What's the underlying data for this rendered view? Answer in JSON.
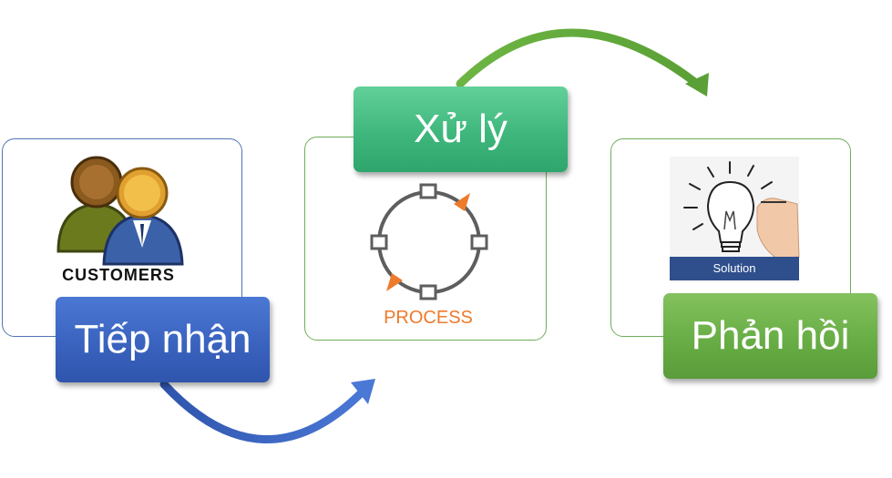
{
  "steps": [
    {
      "label": "Tiếp nhận",
      "caption": "CUSTOMERS",
      "icon": "customers-icon",
      "color": "#3a63bf"
    },
    {
      "label": "Xử lý",
      "caption": "PROCESS",
      "icon": "process-cycle-icon",
      "color": "#3fb77c"
    },
    {
      "label": "Phản hồi",
      "caption": "Solution",
      "icon": "lightbulb-icon",
      "color": "#68ad45"
    }
  ],
  "arrows": [
    {
      "from": "Tiếp nhận",
      "to": "Xử lý",
      "color": "#3a63bf"
    },
    {
      "from": "Xử lý",
      "to": "Phản hồi",
      "color": "#6db543"
    }
  ],
  "colors": {
    "accent_orange": "#ee7a2c",
    "solution_banner": "#2e4f8c"
  }
}
